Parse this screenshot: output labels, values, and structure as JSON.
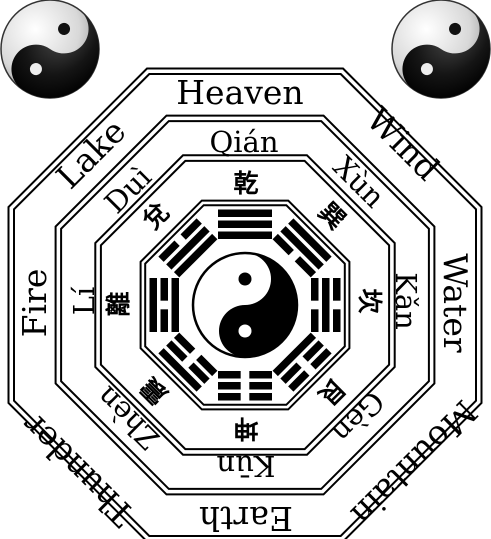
{
  "diagram": {
    "outer_ring_labels": [
      {
        "key": "qian",
        "text": "Heaven"
      },
      {
        "key": "xun",
        "text": "Wind"
      },
      {
        "key": "kan",
        "text": "Water"
      },
      {
        "key": "gen",
        "text": "Mountain"
      },
      {
        "key": "kun",
        "text": "Earth"
      },
      {
        "key": "zhen",
        "text": "Thunder"
      },
      {
        "key": "li",
        "text": "Fire"
      },
      {
        "key": "dui",
        "text": "Lake"
      }
    ],
    "pinyin_labels": [
      {
        "key": "qian",
        "text": "Qián"
      },
      {
        "key": "xun",
        "text": "Xùn"
      },
      {
        "key": "kan",
        "text": "Kǎn"
      },
      {
        "key": "gen",
        "text": "Gèn"
      },
      {
        "key": "kun",
        "text": "Kūn"
      },
      {
        "key": "zhen",
        "text": "Zhèn"
      },
      {
        "key": "li",
        "text": "Lí"
      },
      {
        "key": "dui",
        "text": "Duì"
      }
    ],
    "chinese_labels": [
      {
        "key": "qian",
        "text": "乾"
      },
      {
        "key": "xun",
        "text": "巽"
      },
      {
        "key": "kan",
        "text": "坎"
      },
      {
        "key": "gen",
        "text": "艮"
      },
      {
        "key": "kun",
        "text": "坤"
      },
      {
        "key": "zhen",
        "text": "震"
      },
      {
        "key": "li",
        "text": "離"
      },
      {
        "key": "dui",
        "text": "兌"
      }
    ],
    "trigrams": [
      {
        "key": "qian",
        "lines": [
          1,
          1,
          1
        ]
      },
      {
        "key": "xun",
        "lines": [
          0,
          1,
          1
        ]
      },
      {
        "key": "kan",
        "lines": [
          0,
          1,
          0
        ]
      },
      {
        "key": "gen",
        "lines": [
          1,
          0,
          0
        ]
      },
      {
        "key": "kun",
        "lines": [
          0,
          0,
          0
        ]
      },
      {
        "key": "zhen",
        "lines": [
          0,
          0,
          1
        ]
      },
      {
        "key": "li",
        "lines": [
          1,
          0,
          1
        ]
      },
      {
        "key": "dui",
        "lines": [
          1,
          1,
          0
        ]
      }
    ],
    "colors": {
      "ink": "#000000",
      "paper": "#ffffff",
      "sphere_dark": "#111111",
      "sphere_light": "#dddddd"
    }
  }
}
